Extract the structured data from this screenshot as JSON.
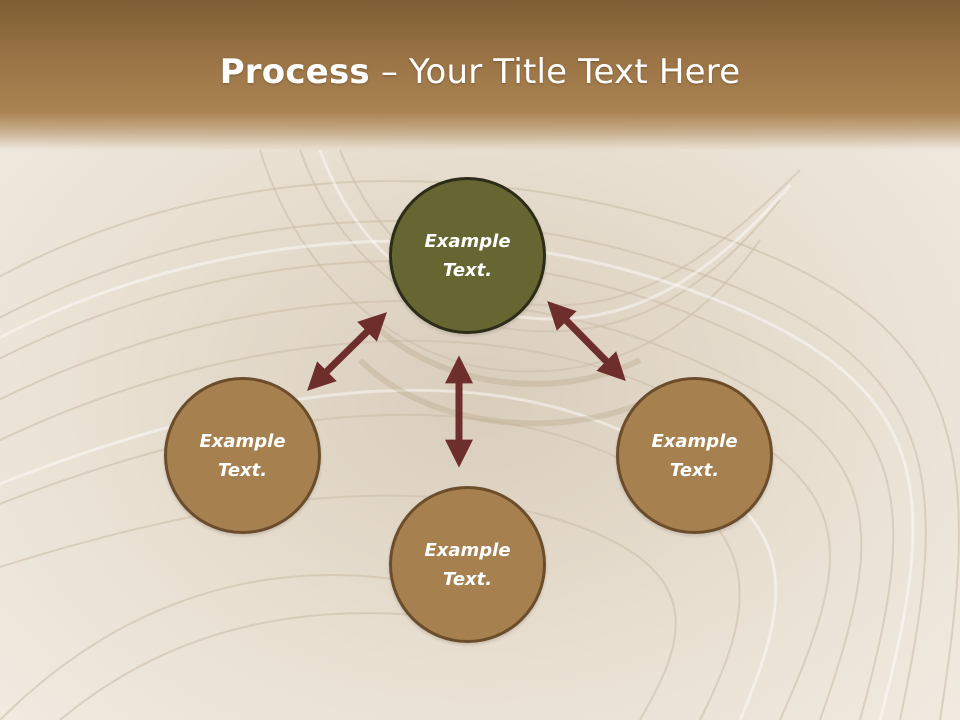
{
  "title": {
    "bold": "Process",
    "rest": " – Your Title Text Here"
  },
  "colors": {
    "header": "#9a7445",
    "center_fill": "#666633",
    "center_border": "#2c2c18",
    "node_fill": "#a6804f",
    "node_border": "#6b4d2b",
    "arrow": "#6e2f2c"
  },
  "nodes": {
    "top": {
      "label": "Example\nText."
    },
    "left": {
      "label": "Example\nText."
    },
    "right": {
      "label": "Example\nText."
    },
    "bottom": {
      "label": "Example\nText."
    }
  }
}
